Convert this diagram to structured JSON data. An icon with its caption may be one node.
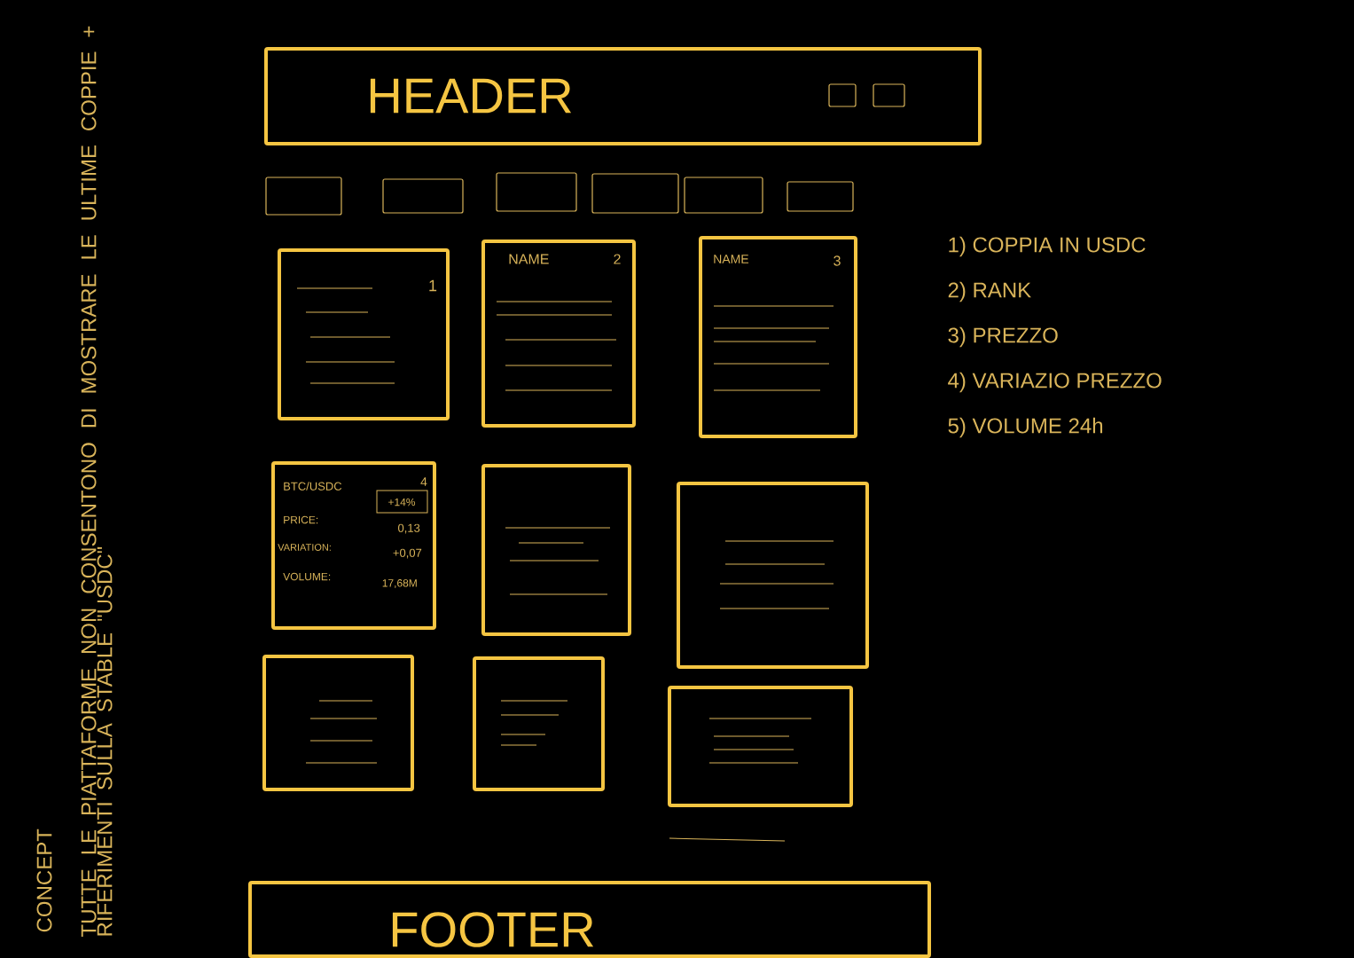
{
  "diagram": {
    "nodes": [
      {
        "text": [
          "HEADER"
        ]
      },
      {
        "text": [],
        "shape": "box",
        "in": 0
      },
      {
        "text": [],
        "shape": "box",
        "in": 0
      },
      {
        "text": [],
        "shape": "box"
      },
      {
        "text": [],
        "shape": "box"
      },
      {
        "text": [],
        "shape": "box"
      },
      {
        "text": [],
        "shape": "box"
      },
      {
        "text": [],
        "shape": "box"
      },
      {
        "text": [],
        "shape": "box"
      },
      {
        "text": [
          "1"
        ]
      },
      {
        "text": [
          "NAME",
          "2"
        ]
      },
      {
        "text": [
          "NAME",
          "3"
        ]
      },
      {
        "text": [
          "BTC/USDC",
          "+14%",
          "4",
          "PRICE:",
          "0,13",
          "VARIATION:",
          "+0,07",
          "VOLUME:",
          "17,68M"
        ]
      },
      {
        "text": [],
        "shape": "box"
      },
      {
        "text": [],
        "shape": "box"
      },
      {
        "text": [],
        "shape": "box"
      },
      {
        "text": [],
        "shape": "box"
      },
      {
        "text": [],
        "shape": "box"
      },
      {
        "text": [
          "FOOTER"
        ]
      }
    ],
    "labels": [
      "CONCEPT",
      "TUTTE LE PIATTAFORME NON CONSENTONO DI MOSTRARE LE ULTIME COPPIE + RIFERIMENTI SULLA STABLE \"USDC\"",
      "1) COPPIA IN USDC",
      "2) RANK",
      "3) PREZZO",
      "4) VARIAZIO PREZZO",
      "5) VOLUME 24h"
    ]
  }
}
